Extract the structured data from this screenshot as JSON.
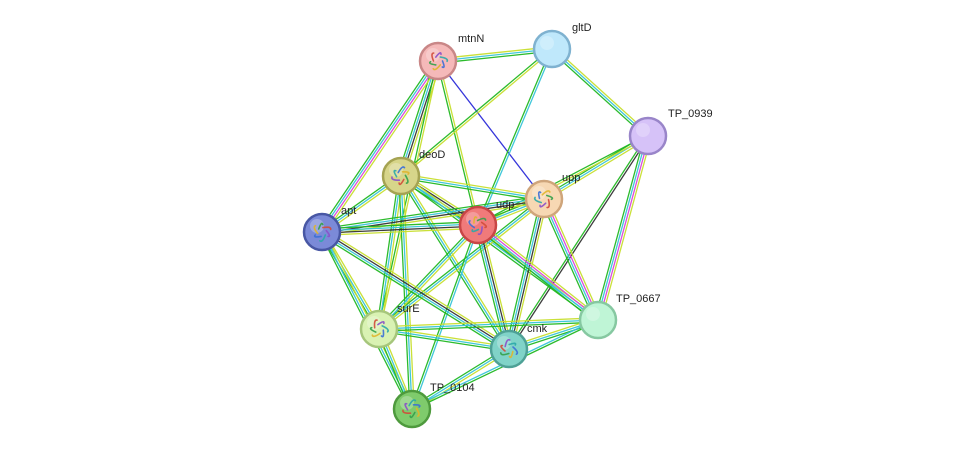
{
  "network": {
    "nodes": [
      {
        "id": "mtnN",
        "label": "mtnN",
        "fill": "#f5b9b9",
        "stroke": "#c98787",
        "has_structure": true
      },
      {
        "id": "gltD",
        "label": "gltD",
        "fill": "#bfe8fb",
        "stroke": "#7fb2d0",
        "has_structure": false
      },
      {
        "id": "TP_0939",
        "label": "TP_0939",
        "fill": "#d6c2f8",
        "stroke": "#9985c9",
        "has_structure": false
      },
      {
        "id": "deoD",
        "label": "deoD",
        "fill": "#d7d58a",
        "stroke": "#a5a352",
        "has_structure": true
      },
      {
        "id": "upp",
        "label": "upp",
        "fill": "#f7d8b3",
        "stroke": "#cfa57b",
        "has_structure": true
      },
      {
        "id": "udp",
        "label": "udp",
        "fill": "#f07a7a",
        "stroke": "#c84646",
        "has_structure": true
      },
      {
        "id": "apt",
        "label": "apt",
        "fill": "#7b8ad8",
        "stroke": "#4857a4",
        "has_structure": true
      },
      {
        "id": "TP_0667",
        "label": "TP_0667",
        "fill": "#bff5d6",
        "stroke": "#86c8a1",
        "has_structure": false
      },
      {
        "id": "surE",
        "label": "surE",
        "fill": "#d9f2b3",
        "stroke": "#a6c67c",
        "has_structure": true
      },
      {
        "id": "cmk",
        "label": "cmk",
        "fill": "#80d3c8",
        "stroke": "#4ea196",
        "has_structure": true
      },
      {
        "id": "TP_0104",
        "label": "TP_0104",
        "fill": "#7fcb6c",
        "stroke": "#4e9a3d",
        "has_structure": true
      }
    ],
    "edge_colors": {
      "textmining": "#c7de2d",
      "coexpression": "#333333",
      "experiments": "#d946d9",
      "databases": "#36c4d8",
      "neighborhood": "#21b721",
      "cooccurrence": "#2a2ad8"
    },
    "edges": [
      {
        "a": "mtnN",
        "b": "gltD",
        "channels": [
          "textmining",
          "databases",
          "neighborhood"
        ]
      },
      {
        "a": "mtnN",
        "b": "deoD",
        "channels": [
          "textmining",
          "coexpression",
          "databases",
          "neighborhood"
        ]
      },
      {
        "a": "mtnN",
        "b": "apt",
        "channels": [
          "textmining",
          "experiments",
          "databases",
          "neighborhood"
        ]
      },
      {
        "a": "mtnN",
        "b": "udp",
        "channels": [
          "textmining",
          "neighborhood"
        ]
      },
      {
        "a": "mtnN",
        "b": "upp",
        "channels": [
          "cooccurrence"
        ]
      },
      {
        "a": "mtnN",
        "b": "surE",
        "channels": [
          "textmining",
          "neighborhood"
        ]
      },
      {
        "a": "gltD",
        "b": "TP_0939",
        "channels": [
          "textmining",
          "databases",
          "neighborhood"
        ]
      },
      {
        "a": "gltD",
        "b": "deoD",
        "channels": [
          "textmining",
          "neighborhood"
        ]
      },
      {
        "a": "gltD",
        "b": "udp",
        "channels": [
          "databases",
          "neighborhood"
        ]
      },
      {
        "a": "TP_0939",
        "b": "upp",
        "channels": [
          "textmining",
          "databases",
          "neighborhood"
        ]
      },
      {
        "a": "TP_0939",
        "b": "udp",
        "channels": [
          "textmining",
          "neighborhood"
        ]
      },
      {
        "a": "TP_0939",
        "b": "TP_0667",
        "channels": [
          "textmining",
          "experiments",
          "databases",
          "neighborhood"
        ]
      },
      {
        "a": "TP_0939",
        "b": "cmk",
        "channels": [
          "coexpression",
          "neighborhood"
        ]
      },
      {
        "a": "deoD",
        "b": "apt",
        "channels": [
          "textmining",
          "databases",
          "neighborhood"
        ]
      },
      {
        "a": "deoD",
        "b": "udp",
        "channels": [
          "textmining",
          "coexpression",
          "databases",
          "neighborhood"
        ]
      },
      {
        "a": "deoD",
        "b": "upp",
        "channels": [
          "textmining",
          "databases",
          "neighborhood"
        ]
      },
      {
        "a": "deoD",
        "b": "surE",
        "channels": [
          "textmining",
          "databases",
          "neighborhood"
        ]
      },
      {
        "a": "deoD",
        "b": "TP_0104",
        "channels": [
          "textmining",
          "databases",
          "neighborhood"
        ]
      },
      {
        "a": "deoD",
        "b": "cmk",
        "channels": [
          "textmining",
          "databases",
          "neighborhood"
        ]
      },
      {
        "a": "deoD",
        "b": "TP_0667",
        "channels": [
          "textmining",
          "databases",
          "neighborhood"
        ]
      },
      {
        "a": "upp",
        "b": "udp",
        "channels": [
          "textmining",
          "databases",
          "neighborhood"
        ]
      },
      {
        "a": "upp",
        "b": "apt",
        "channels": [
          "textmining",
          "coexpression",
          "databases",
          "neighborhood"
        ]
      },
      {
        "a": "upp",
        "b": "cmk",
        "channels": [
          "textmining",
          "coexpression",
          "databases",
          "neighborhood"
        ]
      },
      {
        "a": "upp",
        "b": "TP_0667",
        "channels": [
          "textmining",
          "experiments",
          "databases",
          "neighborhood"
        ]
      },
      {
        "a": "upp",
        "b": "surE",
        "channels": [
          "textmining",
          "databases",
          "neighborhood"
        ]
      },
      {
        "a": "udp",
        "b": "apt",
        "channels": [
          "textmining",
          "coexpression",
          "databases",
          "neighborhood"
        ]
      },
      {
        "a": "udp",
        "b": "cmk",
        "channels": [
          "textmining",
          "coexpression",
          "databases",
          "neighborhood"
        ]
      },
      {
        "a": "udp",
        "b": "TP_0667",
        "channels": [
          "textmining",
          "experiments",
          "databases",
          "neighborhood"
        ]
      },
      {
        "a": "udp",
        "b": "surE",
        "channels": [
          "textmining",
          "databases",
          "neighborhood"
        ]
      },
      {
        "a": "udp",
        "b": "TP_0104",
        "channels": [
          "databases",
          "neighborhood"
        ]
      },
      {
        "a": "apt",
        "b": "surE",
        "channels": [
          "textmining",
          "databases",
          "neighborhood"
        ]
      },
      {
        "a": "apt",
        "b": "TP_0104",
        "channels": [
          "textmining",
          "databases",
          "neighborhood"
        ]
      },
      {
        "a": "apt",
        "b": "cmk",
        "channels": [
          "textmining",
          "coexpression",
          "databases",
          "neighborhood"
        ]
      },
      {
        "a": "surE",
        "b": "cmk",
        "channels": [
          "textmining",
          "databases",
          "neighborhood"
        ]
      },
      {
        "a": "surE",
        "b": "TP_0104",
        "channels": [
          "textmining",
          "databases",
          "neighborhood"
        ]
      },
      {
        "a": "surE",
        "b": "TP_0667",
        "channels": [
          "textmining",
          "databases",
          "neighborhood"
        ]
      },
      {
        "a": "cmk",
        "b": "TP_0667",
        "channels": [
          "textmining",
          "databases",
          "neighborhood"
        ]
      },
      {
        "a": "cmk",
        "b": "TP_0104",
        "channels": [
          "textmining",
          "databases",
          "neighborhood"
        ]
      },
      {
        "a": "TP_0104",
        "b": "TP_0667",
        "channels": [
          "databases",
          "neighborhood"
        ]
      }
    ]
  }
}
